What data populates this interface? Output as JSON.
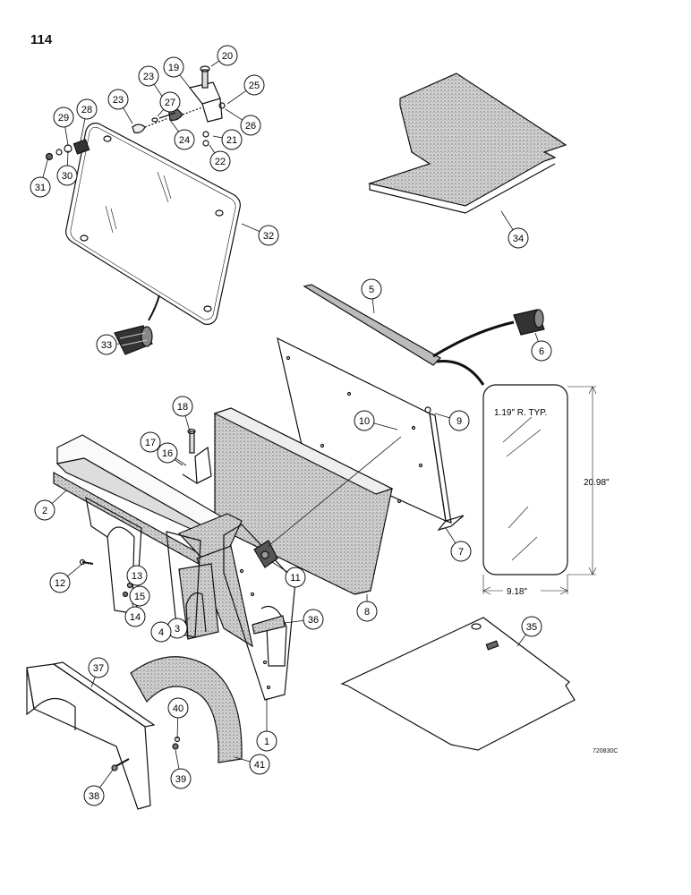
{
  "page_number": "114",
  "drawing_code": "720830C",
  "colors": {
    "ink": "#111111",
    "foam": "#c9c9c9",
    "background": "#ffffff"
  },
  "dimensions": {
    "corner_radius": "1.19\" R. TYP.",
    "height": "20.98\"",
    "width": "9.18\""
  },
  "callouts": [
    "1",
    "2",
    "3",
    "4",
    "5",
    "6",
    "7",
    "8",
    "9",
    "10",
    "11",
    "12",
    "13",
    "14",
    "15",
    "16",
    "17",
    "18",
    "19",
    "20",
    "21",
    "22",
    "23",
    "23",
    "24",
    "25",
    "26",
    "27",
    "28",
    "29",
    "30",
    "31",
    "32",
    "33",
    "34",
    "35",
    "36",
    "37",
    "38",
    "39",
    "40",
    "41"
  ]
}
